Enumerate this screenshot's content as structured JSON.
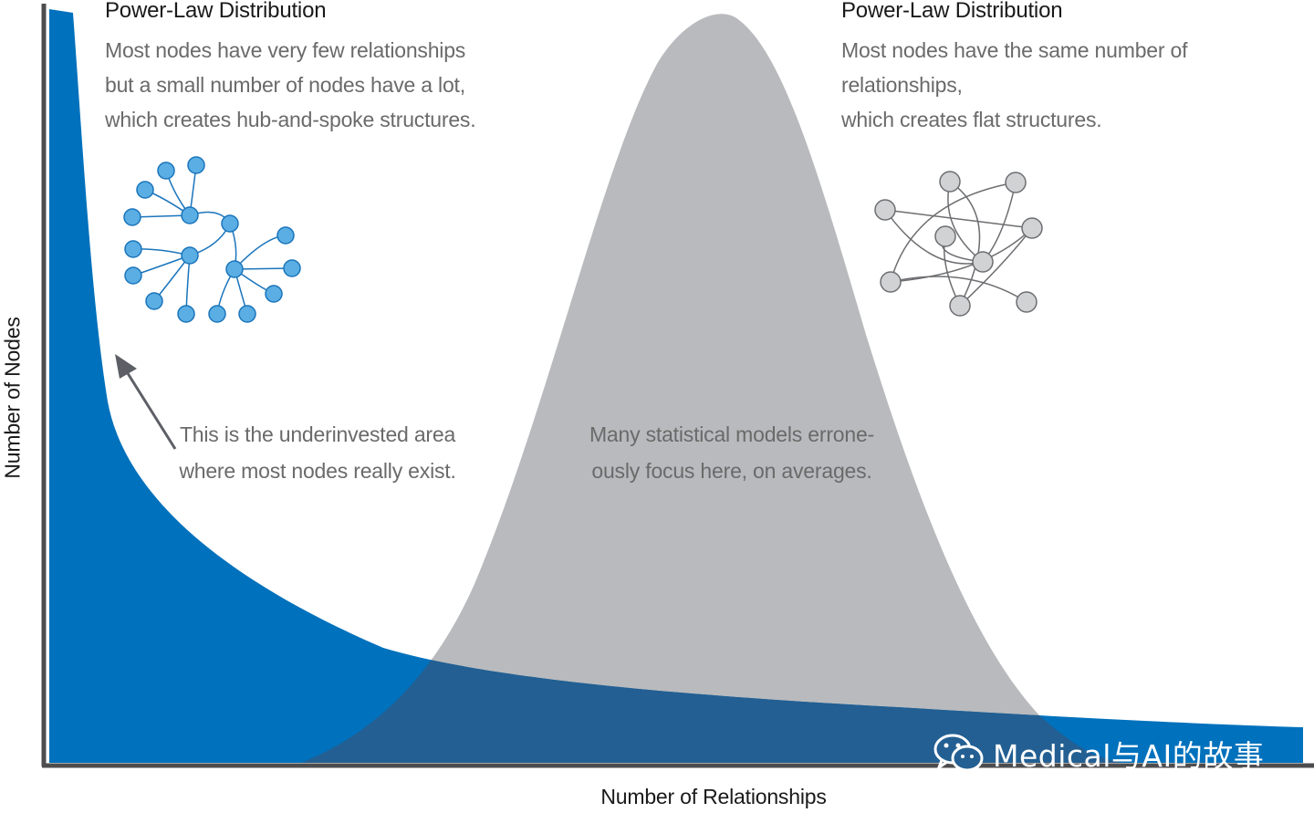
{
  "left_panel": {
    "title": "Power-Law Distribution",
    "lines": [
      "Most nodes have very few relationships",
      "but a small number of nodes have a lot,",
      "which creates hub-and-spoke structures."
    ]
  },
  "right_panel": {
    "title": "Power-Law Distribution",
    "lines": [
      "Most nodes have the same number of relationships,",
      "which creates flat structures."
    ]
  },
  "arrow_note": {
    "lines": [
      "This is the underinvested area",
      "where most nodes really exist."
    ]
  },
  "bell_note": {
    "lines": [
      "Many statistical models errone-",
      "ously focus here, on averages."
    ]
  },
  "axes": {
    "x_label": "Number of Relationships",
    "y_label": "Number of Nodes"
  },
  "watermark": {
    "text": "Medical与AI的故事",
    "icon": "wechat-icon"
  },
  "colors": {
    "power_law_fill": "#0071bc",
    "bell_fill": "#a7a9ac",
    "overlap_fill": "#235f92",
    "hub_node_fill": "#5aaee3",
    "hub_node_stroke": "#1b75bb",
    "flat_node_fill": "#d1d2d4",
    "flat_node_stroke": "#6d6e71",
    "arrow": "#5d5f66",
    "axis": "#4d4d4f"
  }
}
